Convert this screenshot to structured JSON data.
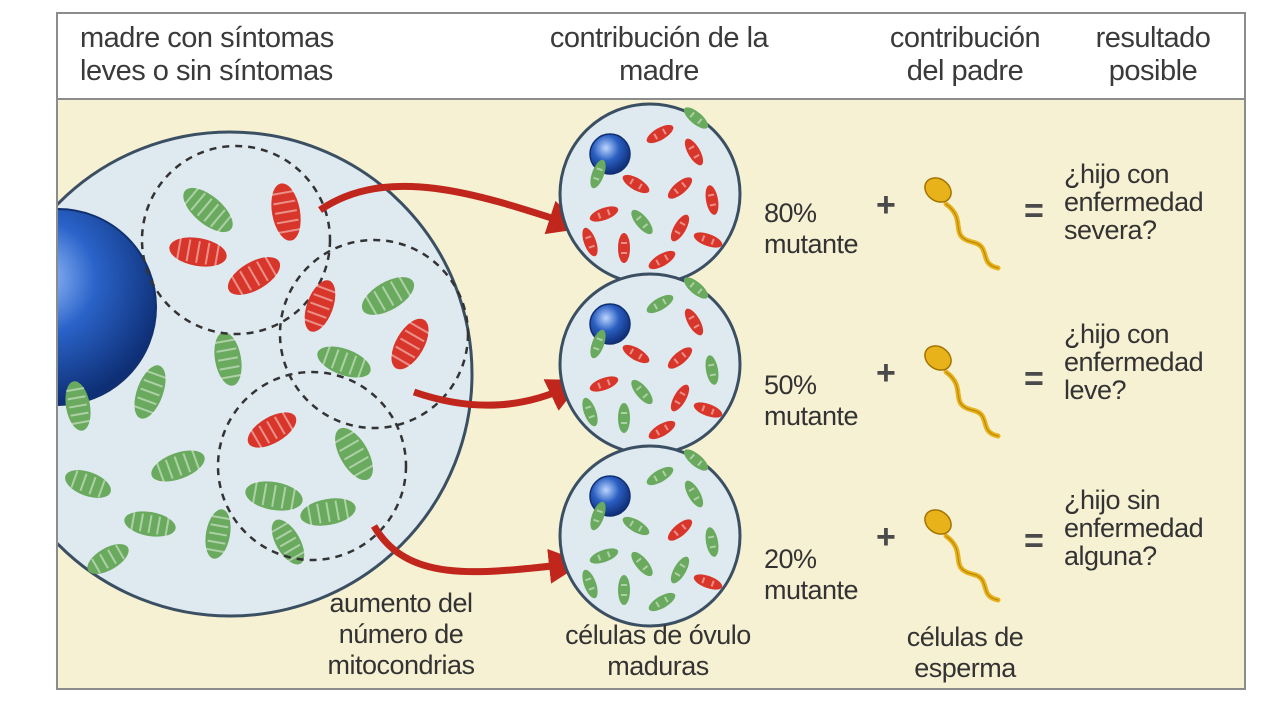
{
  "header": {
    "col1": [
      "madre con síntomas",
      "leves o sin síntomas"
    ],
    "col2": [
      "contribución de la",
      "madre"
    ],
    "col3": [
      "contribución",
      "del padre"
    ],
    "col4": [
      "resultado",
      "posible"
    ]
  },
  "rows": [
    {
      "percent": "80%",
      "mutant_word": "mutante",
      "mutant_fraction": 0.8,
      "outcome": [
        "¿hijo con",
        "enfermedad",
        "severa?"
      ]
    },
    {
      "percent": "50%",
      "mutant_word": "mutante",
      "mutant_fraction": 0.5,
      "outcome": [
        "¿hijo con",
        "enfermedad",
        "leve?"
      ]
    },
    {
      "percent": "20%",
      "mutant_word": "mutante",
      "mutant_fraction": 0.2,
      "outcome": [
        "¿hijo sin",
        "enfermedad",
        "alguna?"
      ]
    }
  ],
  "symbols": {
    "plus": "+",
    "equals": "="
  },
  "bottom_labels": {
    "mito": [
      "aumento del",
      "número de",
      "mitocondrias"
    ],
    "egg": [
      "células de óvulo",
      "maduras"
    ],
    "sperm": [
      "células de",
      "esperma"
    ]
  },
  "colors": {
    "mutant": "#d9362b",
    "normal": "#6aaa5e",
    "cell_fill": "#dfe9f0",
    "nucleus": "#1f4fa6",
    "arrow": "#c0261c",
    "sperm": "#e8b21a"
  }
}
